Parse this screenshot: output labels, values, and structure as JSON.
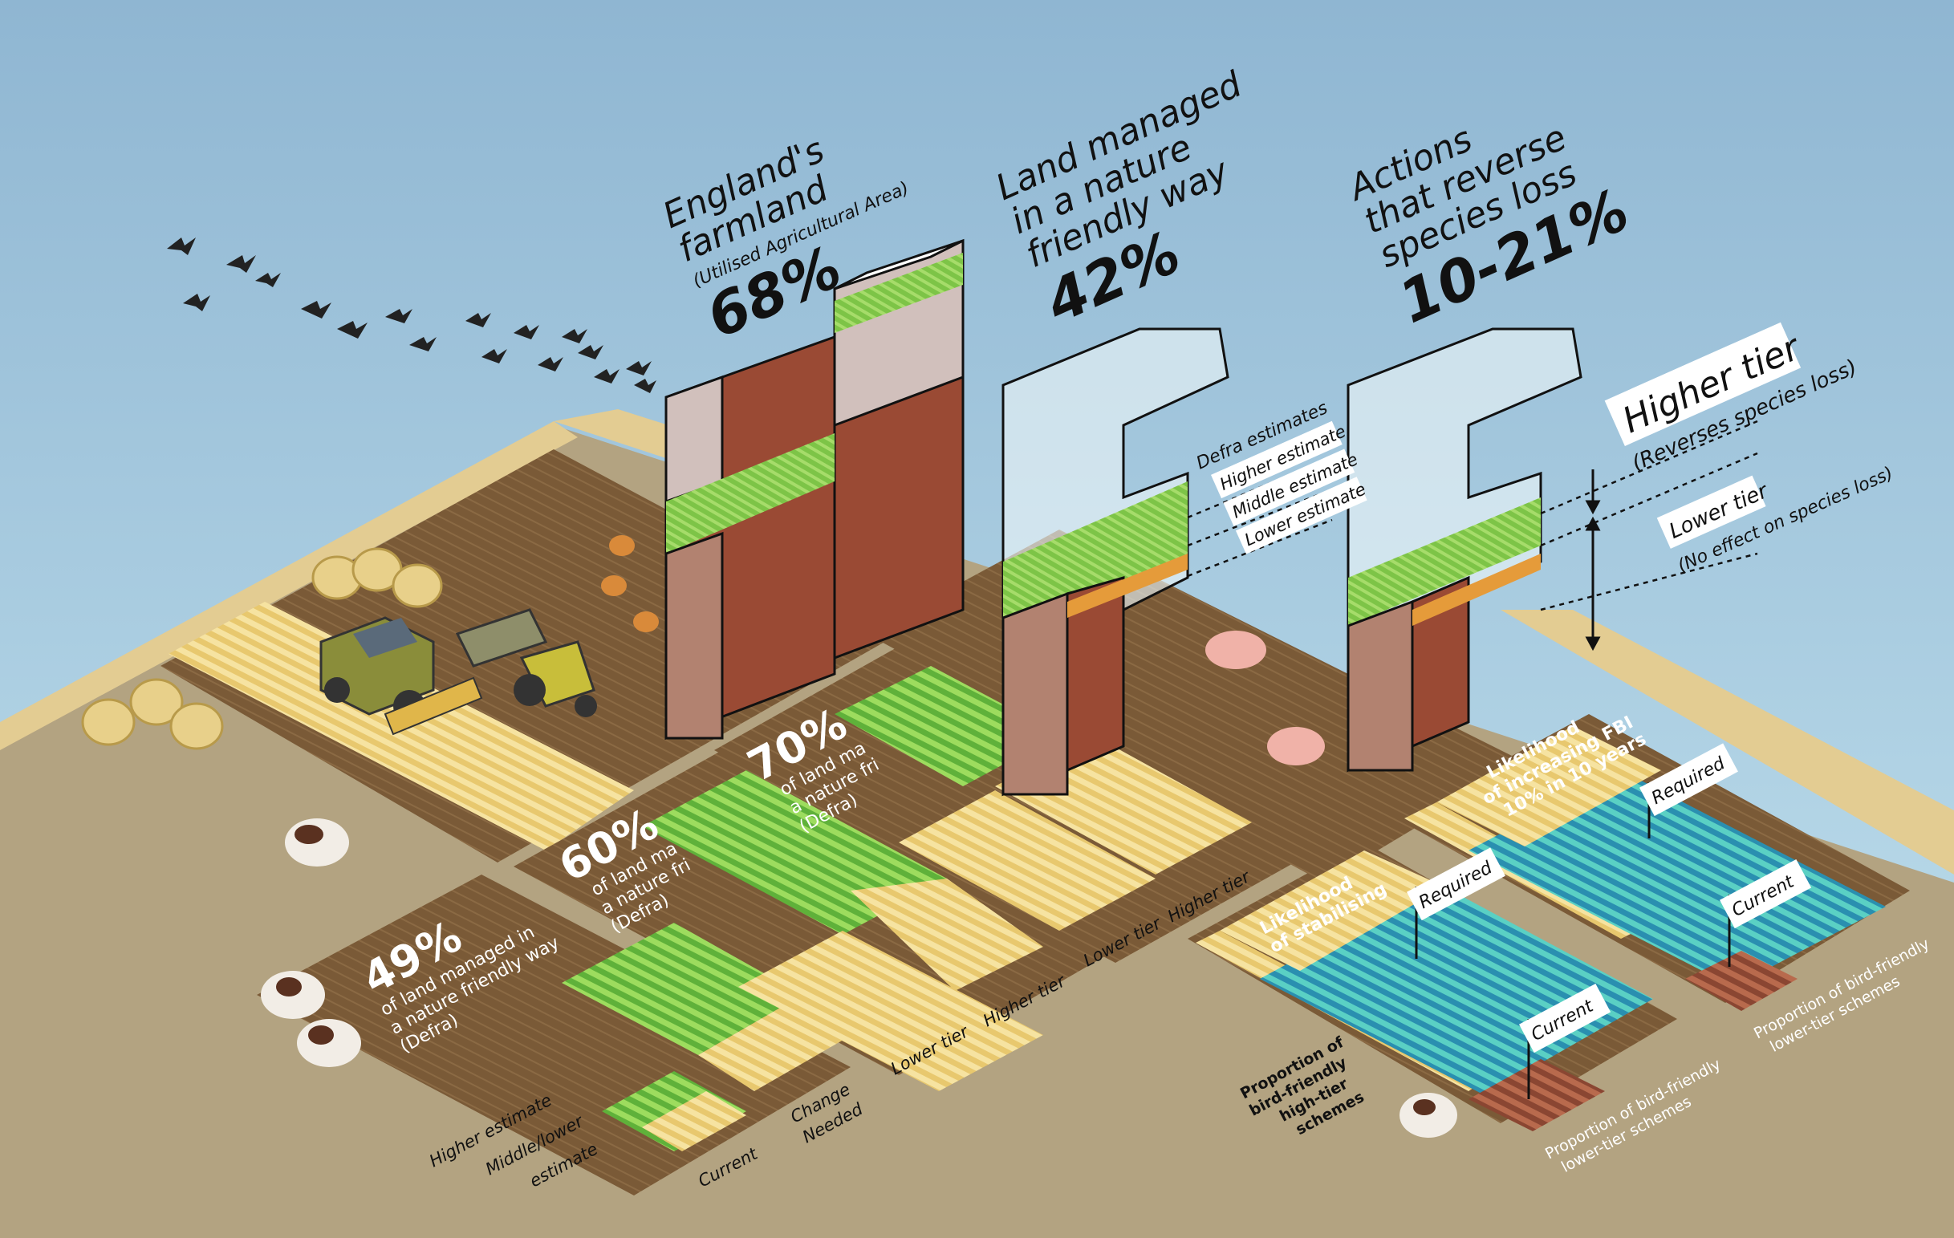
{
  "headings": {
    "farmland_title_1": "England's",
    "farmland_title_2": "farmland",
    "farmland_subtitle": "(Utilised Agricultural Area)",
    "farmland_value": "68%",
    "nature_title_1": "Land managed",
    "nature_title_2": "in a nature",
    "nature_title_3": "friendly way",
    "nature_value": "42%",
    "actions_title_1": "Actions",
    "actions_title_2": "that reverse",
    "actions_title_3": "species loss",
    "actions_value": "10-21%"
  },
  "defra": {
    "header": "Defra estimates",
    "higher": "Higher estimate",
    "middle": "Middle estimate",
    "lower": "Lower estimate"
  },
  "tiers": {
    "higher_label": "Higher tier",
    "higher_note": "(Reverses species loss)",
    "lower_label": "Lower tier",
    "lower_note": "(No effect on species loss)"
  },
  "fields": {
    "f49_value": "49%",
    "f49_line1": "of land managed in",
    "f49_line2": "a nature friendly way",
    "f49_line3": "(Defra)",
    "f60_value": "60%",
    "f60_line1": "of land ma",
    "f60_line2": "a nature fri",
    "f60_line3": "(Defra)",
    "f70_value": "70%",
    "f70_line1": "of land ma",
    "f70_line2": "a nature fri",
    "f70_line3": "(Defra)"
  },
  "axis_labels": {
    "higher_estimate": "Higher estimate",
    "middle_lower_1": "Middle/lower",
    "middle_lower_2": "estimate",
    "current": "Current",
    "change_1": "Change",
    "change_2": "Needed",
    "lower_tier_a": "Lower tier",
    "higher_tier_a": "Higher tier",
    "lower_tier_b": "Lower tier",
    "higher_tier_b": "Higher tier"
  },
  "right_charts": {
    "stabilising_1": "Likelihood",
    "stabilising_2": "of stabilising",
    "fbi_1": "Likelihood",
    "fbi_2": "of increasing FBI",
    "fbi_3": "10% in 10 years",
    "required_a": "Required",
    "required_b": "Required",
    "current_a": "Current",
    "current_b": "Current",
    "high_tier_1": "Proportion of",
    "high_tier_2": "bird-friendly",
    "high_tier_3": "high-tier",
    "high_tier_4": "schemes",
    "lower_tier_s1": "Proportion of  bird-friendly",
    "lower_tier_s2": "lower-tier schemes",
    "lower_tier_r1": "Proportion of  bird-friendly",
    "lower_tier_r2": "lower-tier schemes"
  },
  "colors": {
    "sky": "#a9cce0",
    "ground": "#b3a381",
    "field": "#7c5e3b",
    "grass": "#8fd14f",
    "straw": "#f1d98a",
    "soil": "#9a4a34",
    "teal": "#3fb7b4"
  }
}
